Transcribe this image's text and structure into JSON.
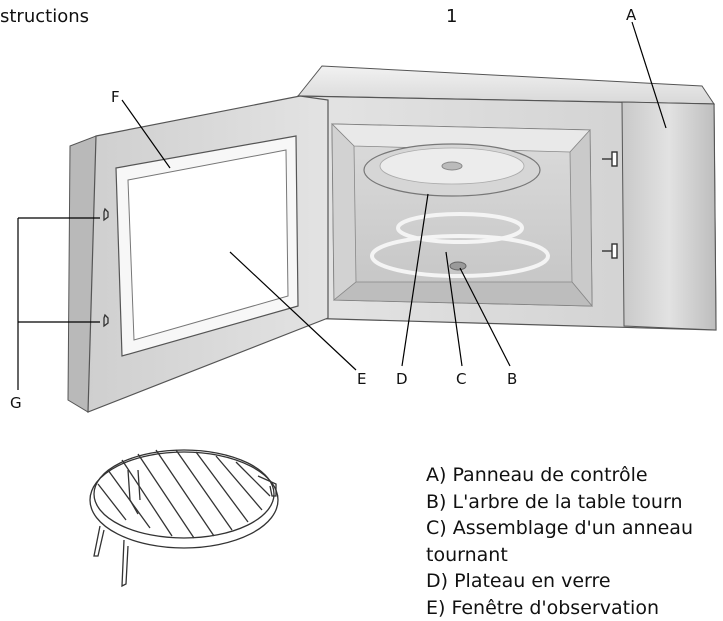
{
  "header": {
    "title": "structions",
    "page_number": "1"
  },
  "labels": {
    "a": "A",
    "b": "B",
    "c": "C",
    "d": "D",
    "e": "E",
    "f": "F",
    "g": "G"
  },
  "legend": [
    "A) Panneau de contrôle",
    "B) L'arbre de la table tourn",
    "C) Assemblage d'un anneau",
    "tournant",
    "D) Plateau en verre",
    "E) Fenêtre d'observation"
  ]
}
